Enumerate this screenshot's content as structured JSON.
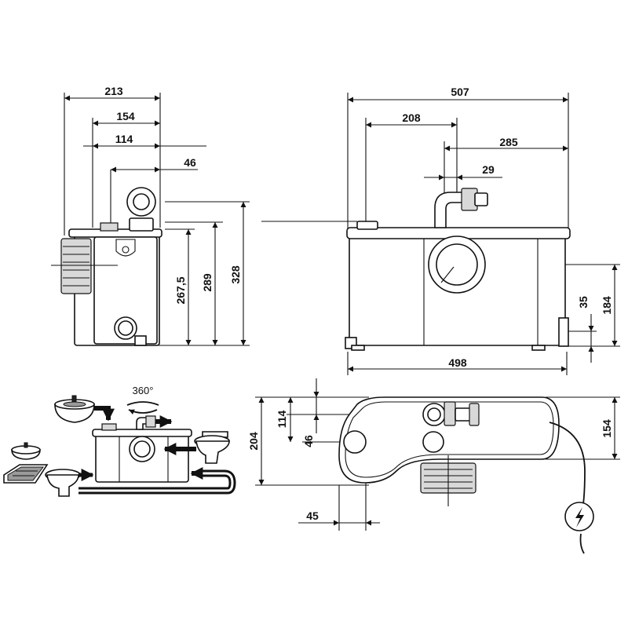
{
  "dimensions": {
    "side": {
      "w213": "213",
      "w154": "154",
      "w114": "114",
      "w46": "46",
      "h267": "267,5",
      "h289": "289",
      "h328": "328"
    },
    "front": {
      "w507": "507",
      "w208": "208",
      "w285": "285",
      "w29": "29",
      "h35": "35",
      "h184": "184",
      "w498": "498"
    },
    "top": {
      "h204": "204",
      "h114": "114",
      "h46": "46",
      "w45": "45",
      "h154": "154"
    },
    "rotation": "360°"
  },
  "icons": {
    "electrical": "lightning-bolt-icon",
    "sink": "washbasin-icon",
    "toilet": "toilet-icon",
    "shower": "shower-tray-icon"
  },
  "colors": {
    "line": "#111111",
    "fill": "#ffffff",
    "shade": "#d8d8d8"
  }
}
